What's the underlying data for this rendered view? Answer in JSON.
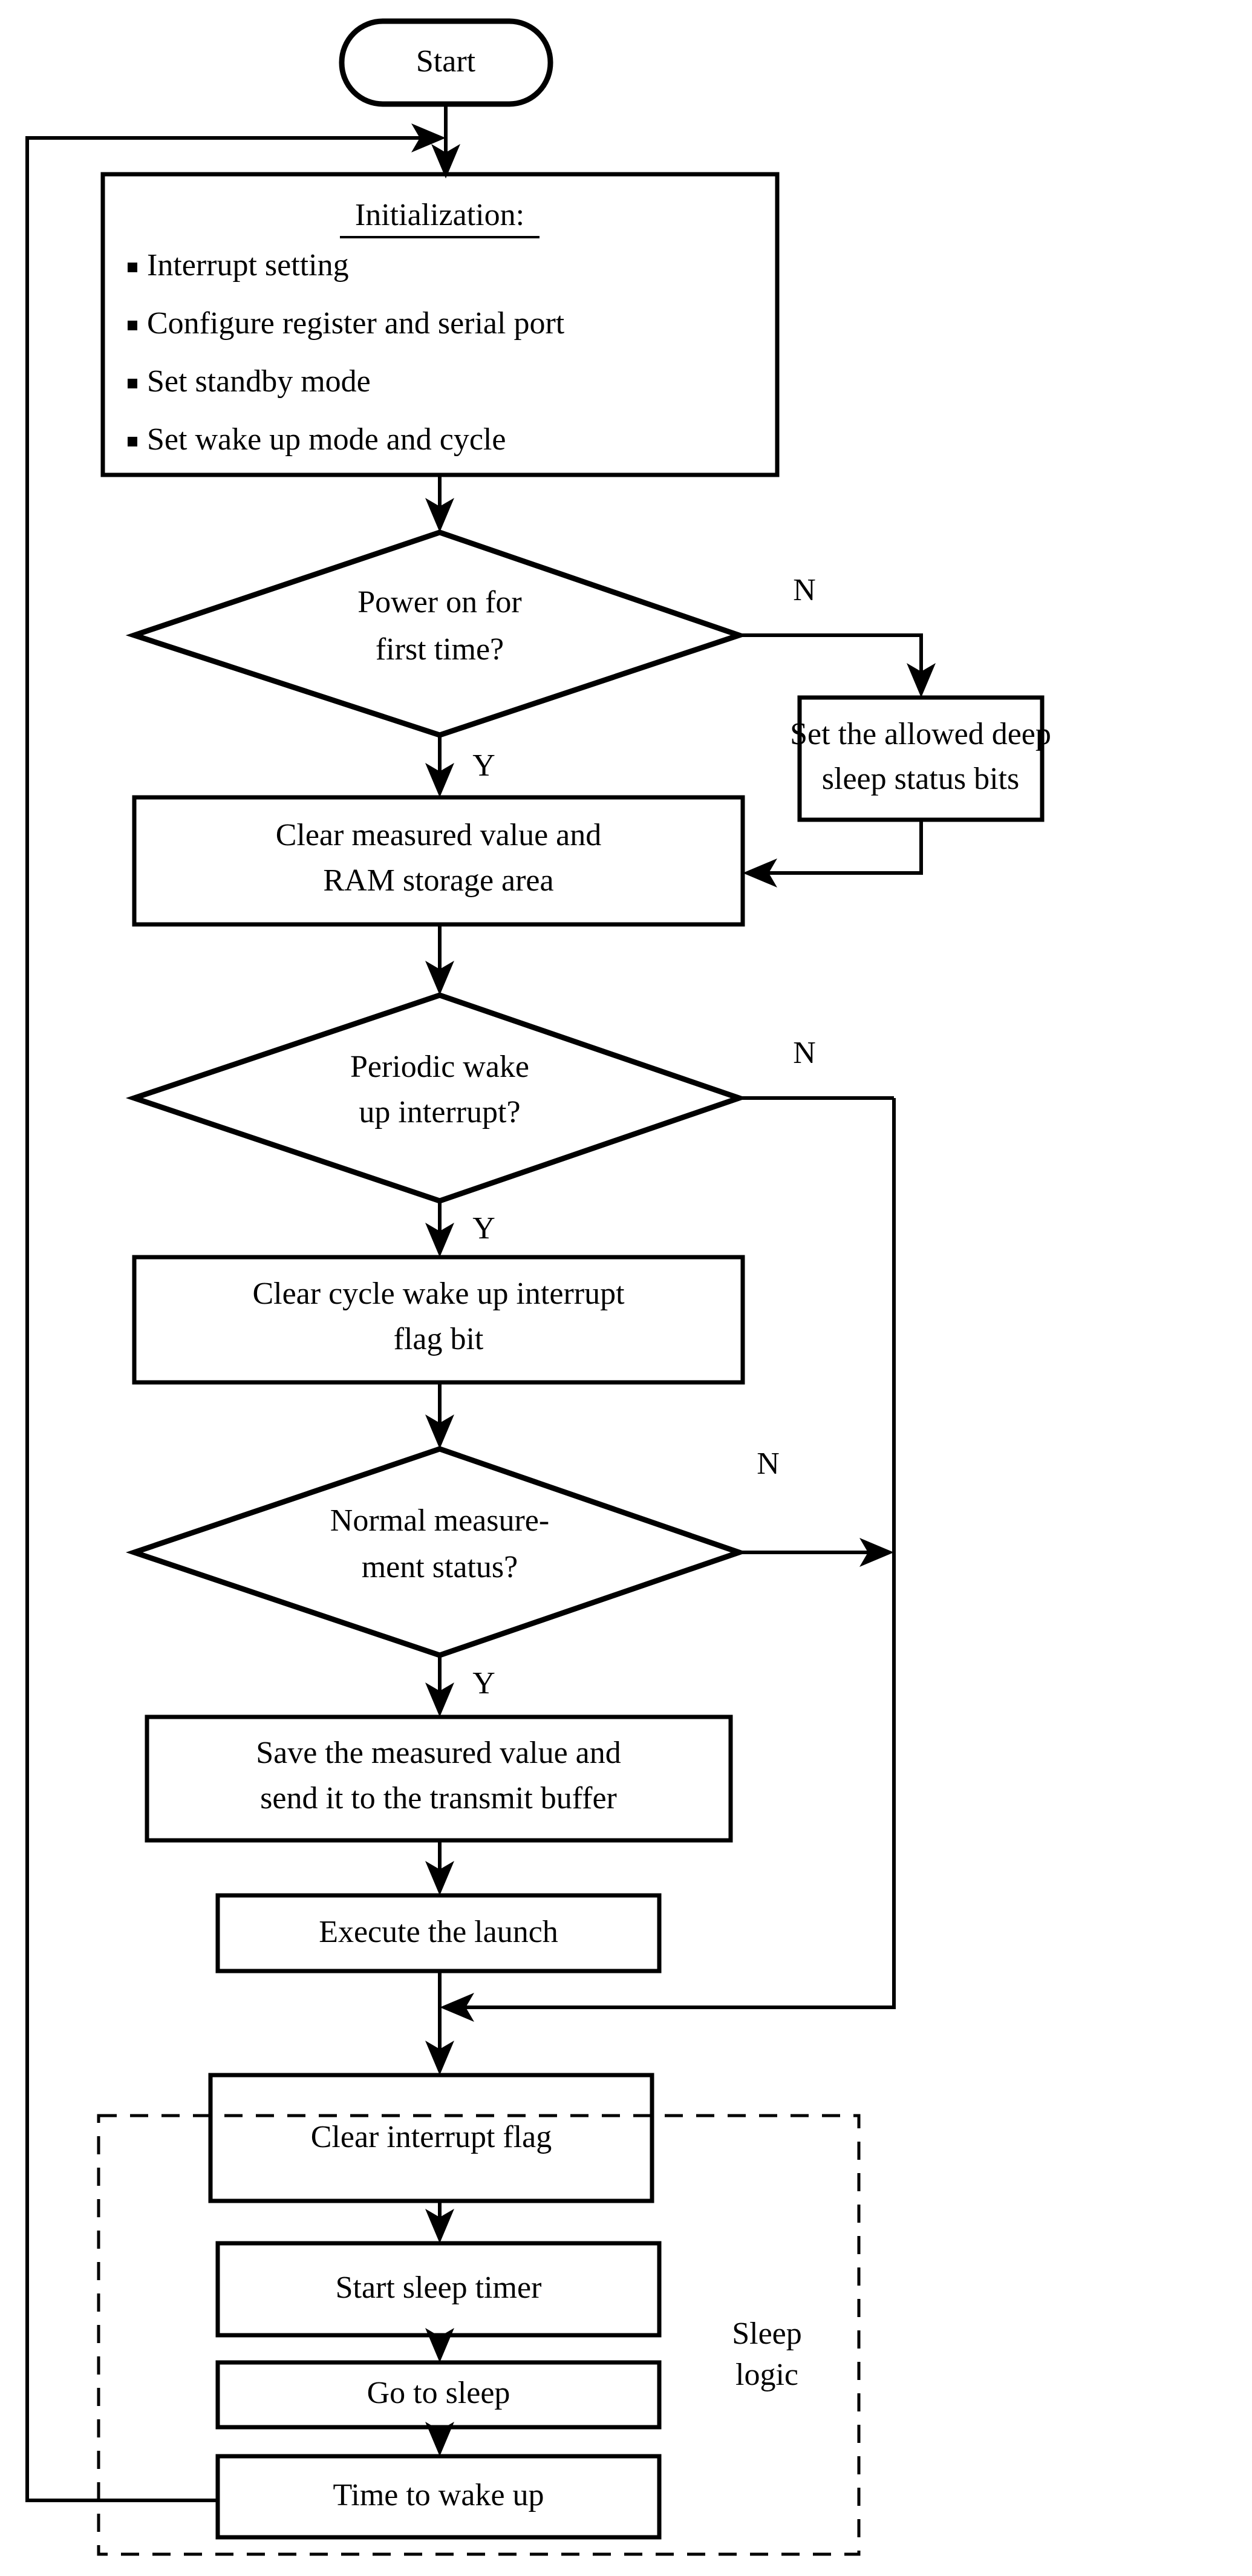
{
  "diagram": {
    "title": "Program flowchart",
    "colors": {
      "stroke": "#000000",
      "background": "#ffffff",
      "text": "#000000"
    },
    "group": {
      "label_line1": "Sleep",
      "label_line2": "logic",
      "style": "dashed"
    },
    "nodes": {
      "start": {
        "shape": "terminator",
        "label": "Start"
      },
      "initialization": {
        "shape": "process",
        "heading": "Initialization:",
        "bullets": [
          "Interrupt setting",
          "Configure register and serial port",
          "Set standby mode",
          "Set wake up mode and cycle"
        ]
      },
      "power_on_decision": {
        "shape": "decision",
        "line1": "Power on for",
        "line2": "first time?"
      },
      "set_deep_sleep_bits": {
        "shape": "process",
        "line1": "Set the allowed deep",
        "line2": "sleep status bits"
      },
      "clear_measured_value": {
        "shape": "process",
        "line1": "Clear measured value and",
        "line2": "RAM storage area"
      },
      "periodic_wake_decision": {
        "shape": "decision",
        "line1": "Periodic wake",
        "line2": "up interrupt?"
      },
      "clear_cycle_flag": {
        "shape": "process",
        "line1": "Clear cycle wake up interrupt",
        "line2": "flag bit"
      },
      "normal_measurement_decision": {
        "shape": "decision",
        "line1": "Normal measure-",
        "line2": "ment status?"
      },
      "save_measured_value": {
        "shape": "process",
        "line1": "Save the measured value and",
        "line2": "send it to the transmit buffer"
      },
      "execute_launch": {
        "shape": "process",
        "line1": "Execute the launch"
      },
      "clear_interrupt_flag": {
        "shape": "process",
        "line1": "Clear interrupt flag"
      },
      "start_sleep_timer": {
        "shape": "process",
        "line1": "Start sleep timer"
      },
      "go_to_sleep": {
        "shape": "process",
        "line1": "Go to sleep"
      },
      "time_to_wake_up": {
        "shape": "process",
        "line1": "Time to wake up"
      }
    },
    "branch_labels": {
      "power_on_no": "N",
      "power_on_yes": "Y",
      "periodic_wake_no": "N",
      "periodic_wake_yes": "Y",
      "normal_measurement_no": "N",
      "normal_measurement_yes": "Y"
    }
  }
}
